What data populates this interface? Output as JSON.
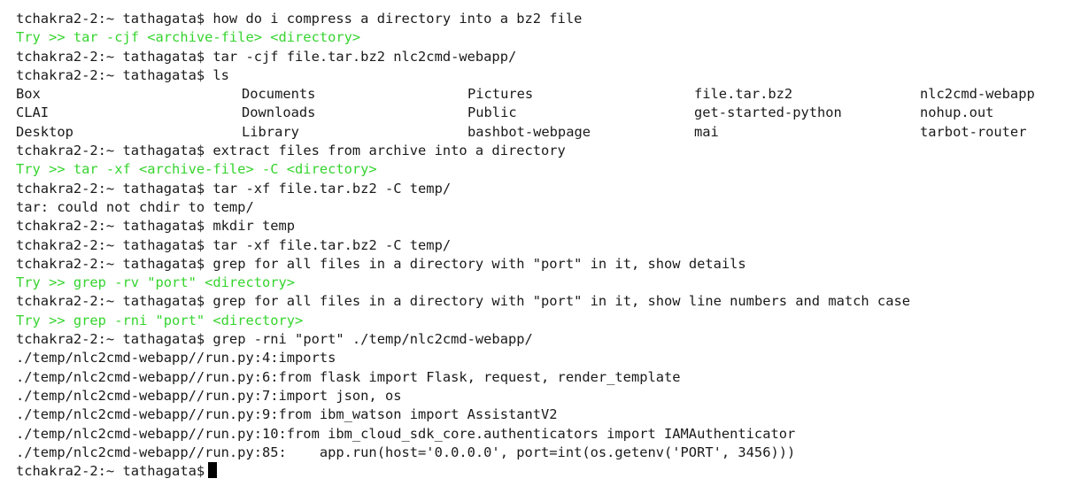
{
  "prompt": "tchakra2-2:~ tathagata$ ",
  "colors": {
    "background": "#ffffff",
    "text": "#1a1a1a",
    "suggestion": "#35d42e",
    "cursor": "#000000"
  },
  "lines": [
    {
      "cmd": "how do i compress a directory into a bz2 file"
    },
    {
      "suggestion": "Try >> tar -cjf <archive-file> <directory>"
    },
    {
      "cmd": "tar -cjf file.tar.bz2 nlc2cmd-webapp/"
    },
    {
      "cmd": "ls"
    },
    {
      "ls_row": [
        "Box",
        "Documents",
        "Pictures",
        "file.tar.bz2",
        "nlc2cmd-webapp"
      ]
    },
    {
      "ls_row": [
        "CLAI",
        "Downloads",
        "Public",
        "get-started-python",
        "nohup.out"
      ]
    },
    {
      "ls_row": [
        "Desktop",
        "Library",
        "bashbot-webpage",
        "mai",
        "tarbot-router"
      ]
    },
    {
      "cmd": "extract files from archive into a directory"
    },
    {
      "suggestion": "Try >> tar -xf <archive-file> -C <directory>"
    },
    {
      "cmd": "tar -xf file.tar.bz2 -C temp/"
    },
    {
      "out": "tar: could not chdir to temp/"
    },
    {
      "cmd": "mkdir temp"
    },
    {
      "cmd": "tar -xf file.tar.bz2 -C temp/"
    },
    {
      "cmd": "grep for all files in a directory with \"port\" in it, show details"
    },
    {
      "suggestion": "Try >> grep -rv \"port\" <directory>"
    },
    {
      "cmd": "grep for all files in a directory with \"port\" in it, show line numbers and match case"
    },
    {
      "suggestion": "Try >> grep -rni \"port\" <directory>"
    },
    {
      "cmd": "grep -rni \"port\" ./temp/nlc2cmd-webapp/"
    },
    {
      "out": "./temp/nlc2cmd-webapp//run.py:4:imports"
    },
    {
      "out": "./temp/nlc2cmd-webapp//run.py:6:from flask import Flask, request, render_template"
    },
    {
      "out": "./temp/nlc2cmd-webapp//run.py:7:import json, os"
    },
    {
      "out": "./temp/nlc2cmd-webapp//run.py:9:from ibm_watson import AssistantV2"
    },
    {
      "out": "./temp/nlc2cmd-webapp//run.py:10:from ibm_cloud_sdk_core.authenticators import IAMAuthenticator"
    },
    {
      "out": "./temp/nlc2cmd-webapp//run.py:85:    app.run(host='0.0.0.0', port=int(os.getenv('PORT', 3456)))"
    },
    {
      "cmd": "",
      "cursor": true
    }
  ]
}
